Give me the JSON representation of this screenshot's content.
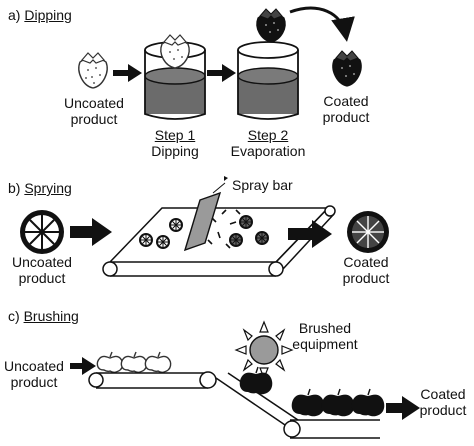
{
  "sections": {
    "dipping": {
      "prefix": "a) ",
      "name": "Dipping",
      "uncoated_line1": "Uncoated",
      "uncoated_line2": "product",
      "step1_line1": "Step 1",
      "step1_line2": "Dipping",
      "step2_line1": "Step 2",
      "step2_line2": "Evaporation",
      "coated_line1": "Coated",
      "coated_line2": "product"
    },
    "spraying": {
      "prefix": "b) ",
      "name": "Sprying",
      "spray_bar": "Spray bar",
      "uncoated_line1": "Uncoated",
      "uncoated_line2": "product",
      "coated_line1": "Coated",
      "coated_line2": "product"
    },
    "brushing": {
      "prefix": "c) ",
      "name": "Brushing",
      "uncoated_line1": "Uncoated",
      "uncoated_line2": "product",
      "brushed_line1": "Brushed",
      "brushed_line2": "equipment",
      "coated_line1": "Coated",
      "coated_line2": "product"
    }
  },
  "colors": {
    "liquid": "#6b6b6b",
    "coated_fruit": "#111111",
    "brush": "#9a9a9a"
  }
}
